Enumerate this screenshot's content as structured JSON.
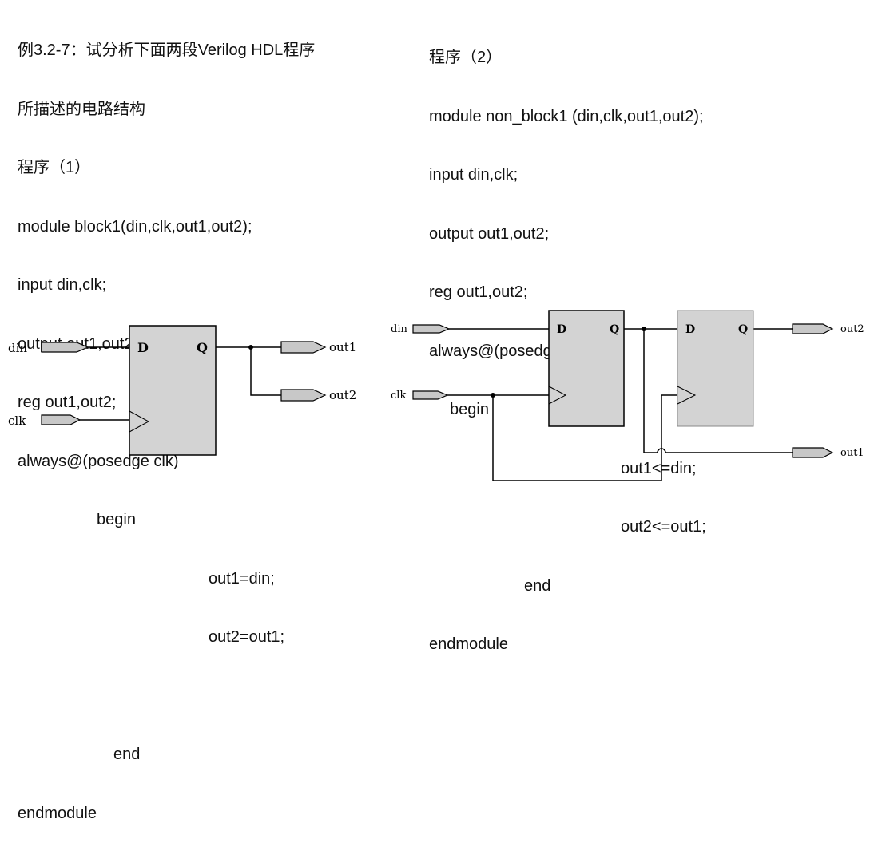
{
  "left_code": {
    "lines": [
      "例3.2-7：试分析下面两段Verilog HDL程序",
      "所描述的电路结构",
      "程序（1）",
      "module block1(din,clk,out1,out2);",
      "input din,clk;",
      "output out1,out2;",
      "reg out1,out2;",
      "always@(posedge clk)",
      "begin",
      "out1=din;",
      "out2=out1;",
      "",
      "end",
      "endmodule"
    ]
  },
  "right_code": {
    "lines": [
      "程序（2）",
      "module non_block1 (din,clk,out1,out2);",
      "input din,clk;",
      "output out1,out2;",
      "reg out1,out2;",
      "always@(posedge clk)",
      "begin",
      "out1<=din;",
      "out2<=out1;",
      "end",
      "endmodule"
    ]
  },
  "diagram_left": {
    "inputs": [
      "din",
      "clk"
    ],
    "outputs": [
      "out1",
      "out2"
    ],
    "ff": {
      "d": "D",
      "q": "Q"
    }
  },
  "diagram_right": {
    "inputs": [
      "din",
      "clk"
    ],
    "outputs": [
      "out2",
      "out1"
    ],
    "ff1": {
      "d": "D",
      "q": "Q"
    },
    "ff2": {
      "d": "D",
      "q": "Q"
    }
  },
  "colors": {
    "ff_fill": "#d3d3d3",
    "port_fill": "#c8c8c8",
    "wire": "#000000"
  }
}
